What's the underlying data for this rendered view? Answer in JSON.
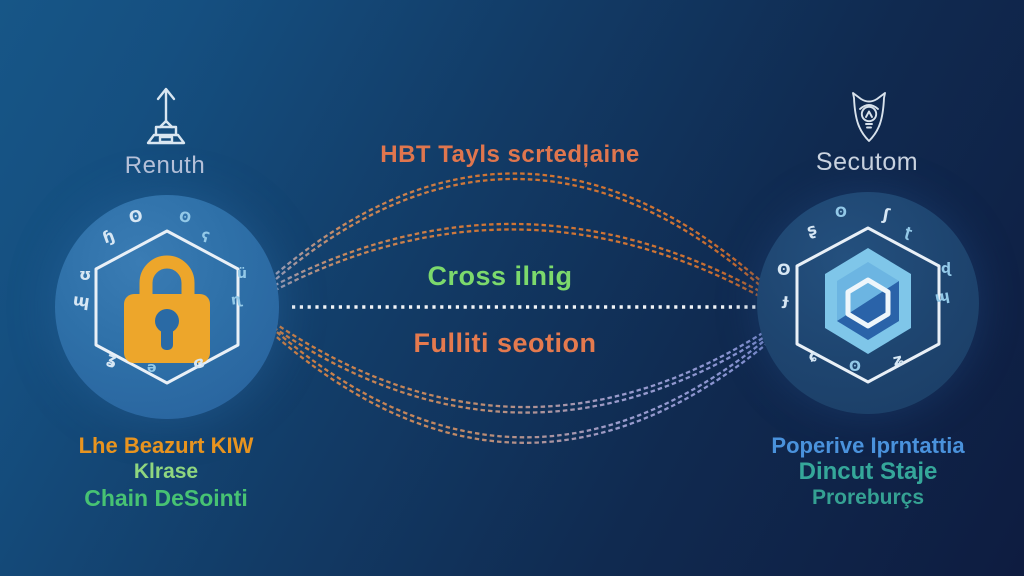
{
  "features": {
    "top_left": {
      "icon": "upload-podium-icon",
      "label": "Renuth"
    },
    "top_right": {
      "icon": "shield-bulb-icon",
      "label": "Secutom"
    }
  },
  "connection": {
    "top_label": "HBT Tayls scrtedļaine",
    "middle_label": "Cross ilnig",
    "bottom_label": "Fulliti seotion"
  },
  "left_node": {
    "icon": "padlock-icon",
    "caption_lines": [
      {
        "text": "Lhe Beazurt KIW",
        "color": "#e8941f"
      },
      {
        "text": "Klrase",
        "color": "#8fd67f"
      },
      {
        "text": "Chain DeSointi",
        "color": "#47c273"
      }
    ],
    "glyphs": [
      "ʘ",
      "ʘ",
      "ɧ",
      "ʕ",
      "ʊ",
      "ü",
      "ɰ",
      "ɳ",
      "ʓ",
      "ə",
      "ɞ"
    ]
  },
  "right_node": {
    "icon": "hexagon-crystal-icon",
    "caption_lines": [
      {
        "text": "Poperive Iprntattia",
        "color": "#4a92dc"
      },
      {
        "text": "Dincut Staje",
        "color": "#35a79a"
      },
      {
        "text": "Proreburçs",
        "color": "#35a193"
      }
    ],
    "glyphs": [
      "ʂ",
      "ʘ",
      "ʃ",
      "ʈ",
      "ʘ",
      "ɖ",
      "ɟ",
      "ɰ",
      "ɕ",
      "ʘ",
      "ʑ"
    ]
  },
  "colors": {
    "background_top_left": "#175687",
    "background_bottom_right": "#0e1c40",
    "left_circle": "#2e70a8",
    "right_circle": "#1e4570",
    "hexagon_outline": "#e9f0f7",
    "padlock": "#eda62b",
    "crystal_light": "#7fc6e9",
    "crystal_dark": "#2a63a9",
    "arc_orange": "#cf7434",
    "arc_blue": "#8e9bd8",
    "divider_dots": "#f1f4f7"
  }
}
